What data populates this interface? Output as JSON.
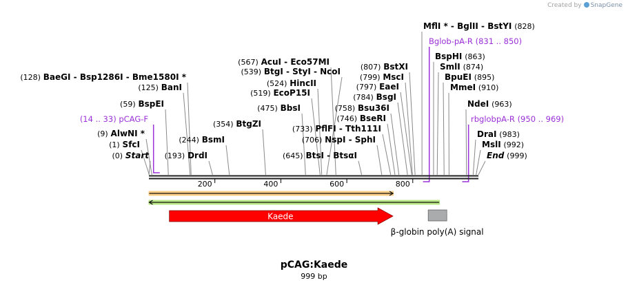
{
  "branding": {
    "created_by": "Created by",
    "app": "SnapGene"
  },
  "construct": {
    "name": "pCAG:Kaede",
    "length": "999 bp",
    "bp": 999
  },
  "colors": {
    "primer": "#9b30d9",
    "site": "#000000",
    "kaede": "#ff0000",
    "orange_feature": "#f5a623",
    "green_feature": "#7ed321",
    "polya": "#a9abad",
    "backbone": "#222222"
  },
  "ticks": [
    {
      "bp": 200,
      "label": "200"
    },
    {
      "bp": 400,
      "label": "400"
    },
    {
      "bp": 600,
      "label": "600"
    },
    {
      "bp": 800,
      "label": "800"
    }
  ],
  "sites": [
    {
      "name": "Start",
      "pos": "(0)",
      "bp": 0,
      "side": "left",
      "italic": true
    },
    {
      "name": "SfcI",
      "pos": "(1)",
      "bp": 1,
      "side": "left"
    },
    {
      "name": "AlwNI *",
      "pos": "(9)",
      "bp": 9,
      "side": "left"
    },
    {
      "name": "BspEI",
      "pos": "(59)",
      "bp": 59,
      "side": "left"
    },
    {
      "name": "BanI",
      "pos": "(125)",
      "bp": 125,
      "side": "left"
    },
    {
      "name": "BaeGI  - Bsp1286I  - Bme1580I *",
      "pos": "(128)",
      "bp": 128,
      "side": "left"
    },
    {
      "name": "DrdI",
      "pos": "(193)",
      "bp": 193,
      "side": "left"
    },
    {
      "name": "BsmI",
      "pos": "(244)",
      "bp": 244,
      "side": "left"
    },
    {
      "name": "BtgZI",
      "pos": "(354)",
      "bp": 354,
      "side": "left"
    },
    {
      "name": "BbsI",
      "pos": "(475)",
      "bp": 475,
      "side": "left"
    },
    {
      "name": "EcoP15I",
      "pos": "(519)",
      "bp": 519,
      "side": "left"
    },
    {
      "name": "HincII",
      "pos": "(524)",
      "bp": 524,
      "side": "left"
    },
    {
      "name": "BtgI  - StyI  - NcoI",
      "pos": "(539)",
      "bp": 539,
      "side": "left"
    },
    {
      "name": "AcuI  - Eco57MI",
      "pos": "(567)",
      "bp": 567,
      "side": "left"
    },
    {
      "name": "BtsI  - BtsαI",
      "pos": "(645)",
      "bp": 645,
      "side": "left"
    },
    {
      "name": "NspI  - SphI",
      "pos": "(706)",
      "bp": 706,
      "side": "left"
    },
    {
      "name": "PflFI  - Tth111I",
      "pos": "(733)",
      "bp": 733,
      "side": "left"
    },
    {
      "name": "BseRI",
      "pos": "(746)",
      "bp": 746,
      "side": "left"
    },
    {
      "name": "Bsu36I",
      "pos": "(758)",
      "bp": 758,
      "side": "left"
    },
    {
      "name": "BsgI",
      "pos": "(784)",
      "bp": 784,
      "side": "left"
    },
    {
      "name": "EaeI",
      "pos": "(797)",
      "bp": 797,
      "side": "left"
    },
    {
      "name": "MscI",
      "pos": "(799)",
      "bp": 799,
      "side": "left"
    },
    {
      "name": "BstXI",
      "pos": "(807)",
      "bp": 807,
      "side": "left"
    },
    {
      "name": "MflI *  - BglII  - BstYI",
      "pos": "(828)",
      "bp": 828,
      "side": "right"
    },
    {
      "name": "BspHI",
      "pos": "(863)",
      "bp": 863,
      "side": "right"
    },
    {
      "name": "SmlI",
      "pos": "(874)",
      "bp": 874,
      "side": "right"
    },
    {
      "name": "BpuEI",
      "pos": "(895)",
      "bp": 895,
      "side": "right"
    },
    {
      "name": "MmeI",
      "pos": "(910)",
      "bp": 910,
      "side": "right"
    },
    {
      "name": "NdeI",
      "pos": "(963)",
      "bp": 963,
      "side": "right"
    },
    {
      "name": "DraI",
      "pos": "(983)",
      "bp": 983,
      "side": "right"
    },
    {
      "name": "MslI",
      "pos": "(992)",
      "bp": 992,
      "side": "right"
    },
    {
      "name": "End",
      "pos": "(999)",
      "bp": 999,
      "side": "right",
      "italic": true
    }
  ],
  "primers": [
    {
      "name": "pCAG-F",
      "pos": "(14 .. 33)",
      "start": 14,
      "end": 33,
      "direction": "forward",
      "side": "left"
    },
    {
      "name": "Bglob-pA-R",
      "pos": "(831 .. 850)",
      "start": 831,
      "end": 850,
      "direction": "reverse",
      "side": "right"
    },
    {
      "name": "rbglobpA-R",
      "pos": "(950 .. 969)",
      "start": 950,
      "end": 969,
      "direction": "reverse",
      "side": "right"
    }
  ],
  "features": [
    {
      "name": "",
      "kind": "line-arrow",
      "start": 1,
      "end": 740,
      "direction": "forward",
      "color_key": "orange_feature"
    },
    {
      "name": "",
      "kind": "line-arrow",
      "start": 1,
      "end": 880,
      "direction": "reverse",
      "color_key": "green_feature"
    },
    {
      "name": "Kaede",
      "kind": "block-arrow",
      "start": 62,
      "end": 740,
      "direction": "forward",
      "color_key": "kaede"
    },
    {
      "name": "β-globin poly(A) signal",
      "kind": "box",
      "start": 876,
      "end": 931,
      "color_key": "polya"
    }
  ]
}
